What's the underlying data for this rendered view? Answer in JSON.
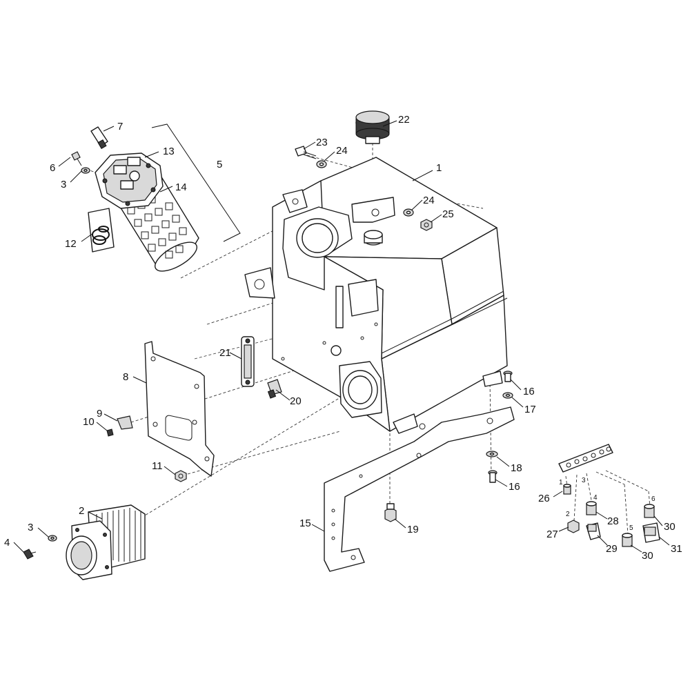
{
  "callouts": [
    {
      "id": "c1",
      "text": "1"
    },
    {
      "id": "c2",
      "text": "2"
    },
    {
      "id": "c3a",
      "text": "3"
    },
    {
      "id": "c3b",
      "text": "3"
    },
    {
      "id": "c4",
      "text": "4"
    },
    {
      "id": "c5",
      "text": "5"
    },
    {
      "id": "c6",
      "text": "6"
    },
    {
      "id": "c7",
      "text": "7"
    },
    {
      "id": "c8",
      "text": "8"
    },
    {
      "id": "c9",
      "text": "9"
    },
    {
      "id": "c10",
      "text": "10"
    },
    {
      "id": "c11",
      "text": "11"
    },
    {
      "id": "c12",
      "text": "12"
    },
    {
      "id": "c13",
      "text": "13"
    },
    {
      "id": "c14",
      "text": "14"
    },
    {
      "id": "c15",
      "text": "15"
    },
    {
      "id": "c16a",
      "text": "16"
    },
    {
      "id": "c16b",
      "text": "16"
    },
    {
      "id": "c17",
      "text": "17"
    },
    {
      "id": "c18",
      "text": "18"
    },
    {
      "id": "c19",
      "text": "19"
    },
    {
      "id": "c20",
      "text": "20"
    },
    {
      "id": "c21",
      "text": "21"
    },
    {
      "id": "c22",
      "text": "22"
    },
    {
      "id": "c23",
      "text": "23"
    },
    {
      "id": "c24a",
      "text": "24"
    },
    {
      "id": "c24b",
      "text": "24"
    },
    {
      "id": "c25",
      "text": "25"
    },
    {
      "id": "c26",
      "text": "26"
    },
    {
      "id": "c27",
      "text": "27"
    },
    {
      "id": "c28",
      "text": "28"
    },
    {
      "id": "c29",
      "text": "29"
    },
    {
      "id": "c30a",
      "text": "30"
    },
    {
      "id": "c30b",
      "text": "30"
    },
    {
      "id": "c31",
      "text": "31"
    }
  ],
  "port_labels": [
    "1",
    "2",
    "3",
    "4",
    "5",
    "6"
  ]
}
